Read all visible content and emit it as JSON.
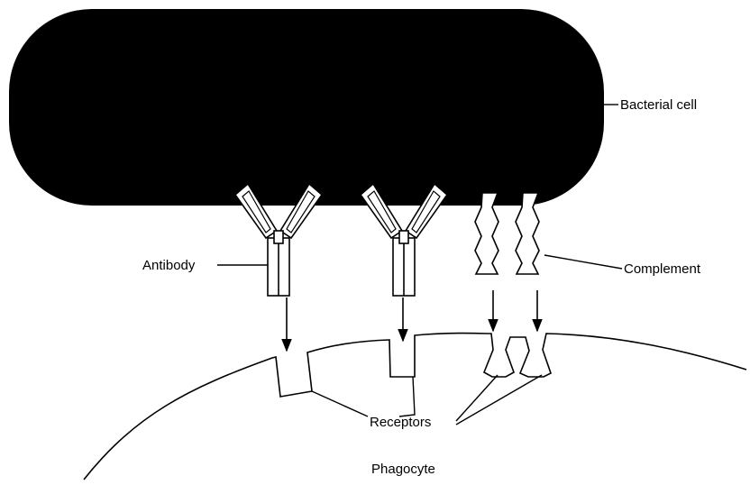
{
  "labels": {
    "bacterial_cell": "Bacterial cell",
    "antibody": "Antibody",
    "complement": "Complement",
    "receptors": "Receptors",
    "phagocyte": "Phagocyte"
  },
  "colors": {
    "ink": "#000000",
    "background": "#ffffff"
  }
}
